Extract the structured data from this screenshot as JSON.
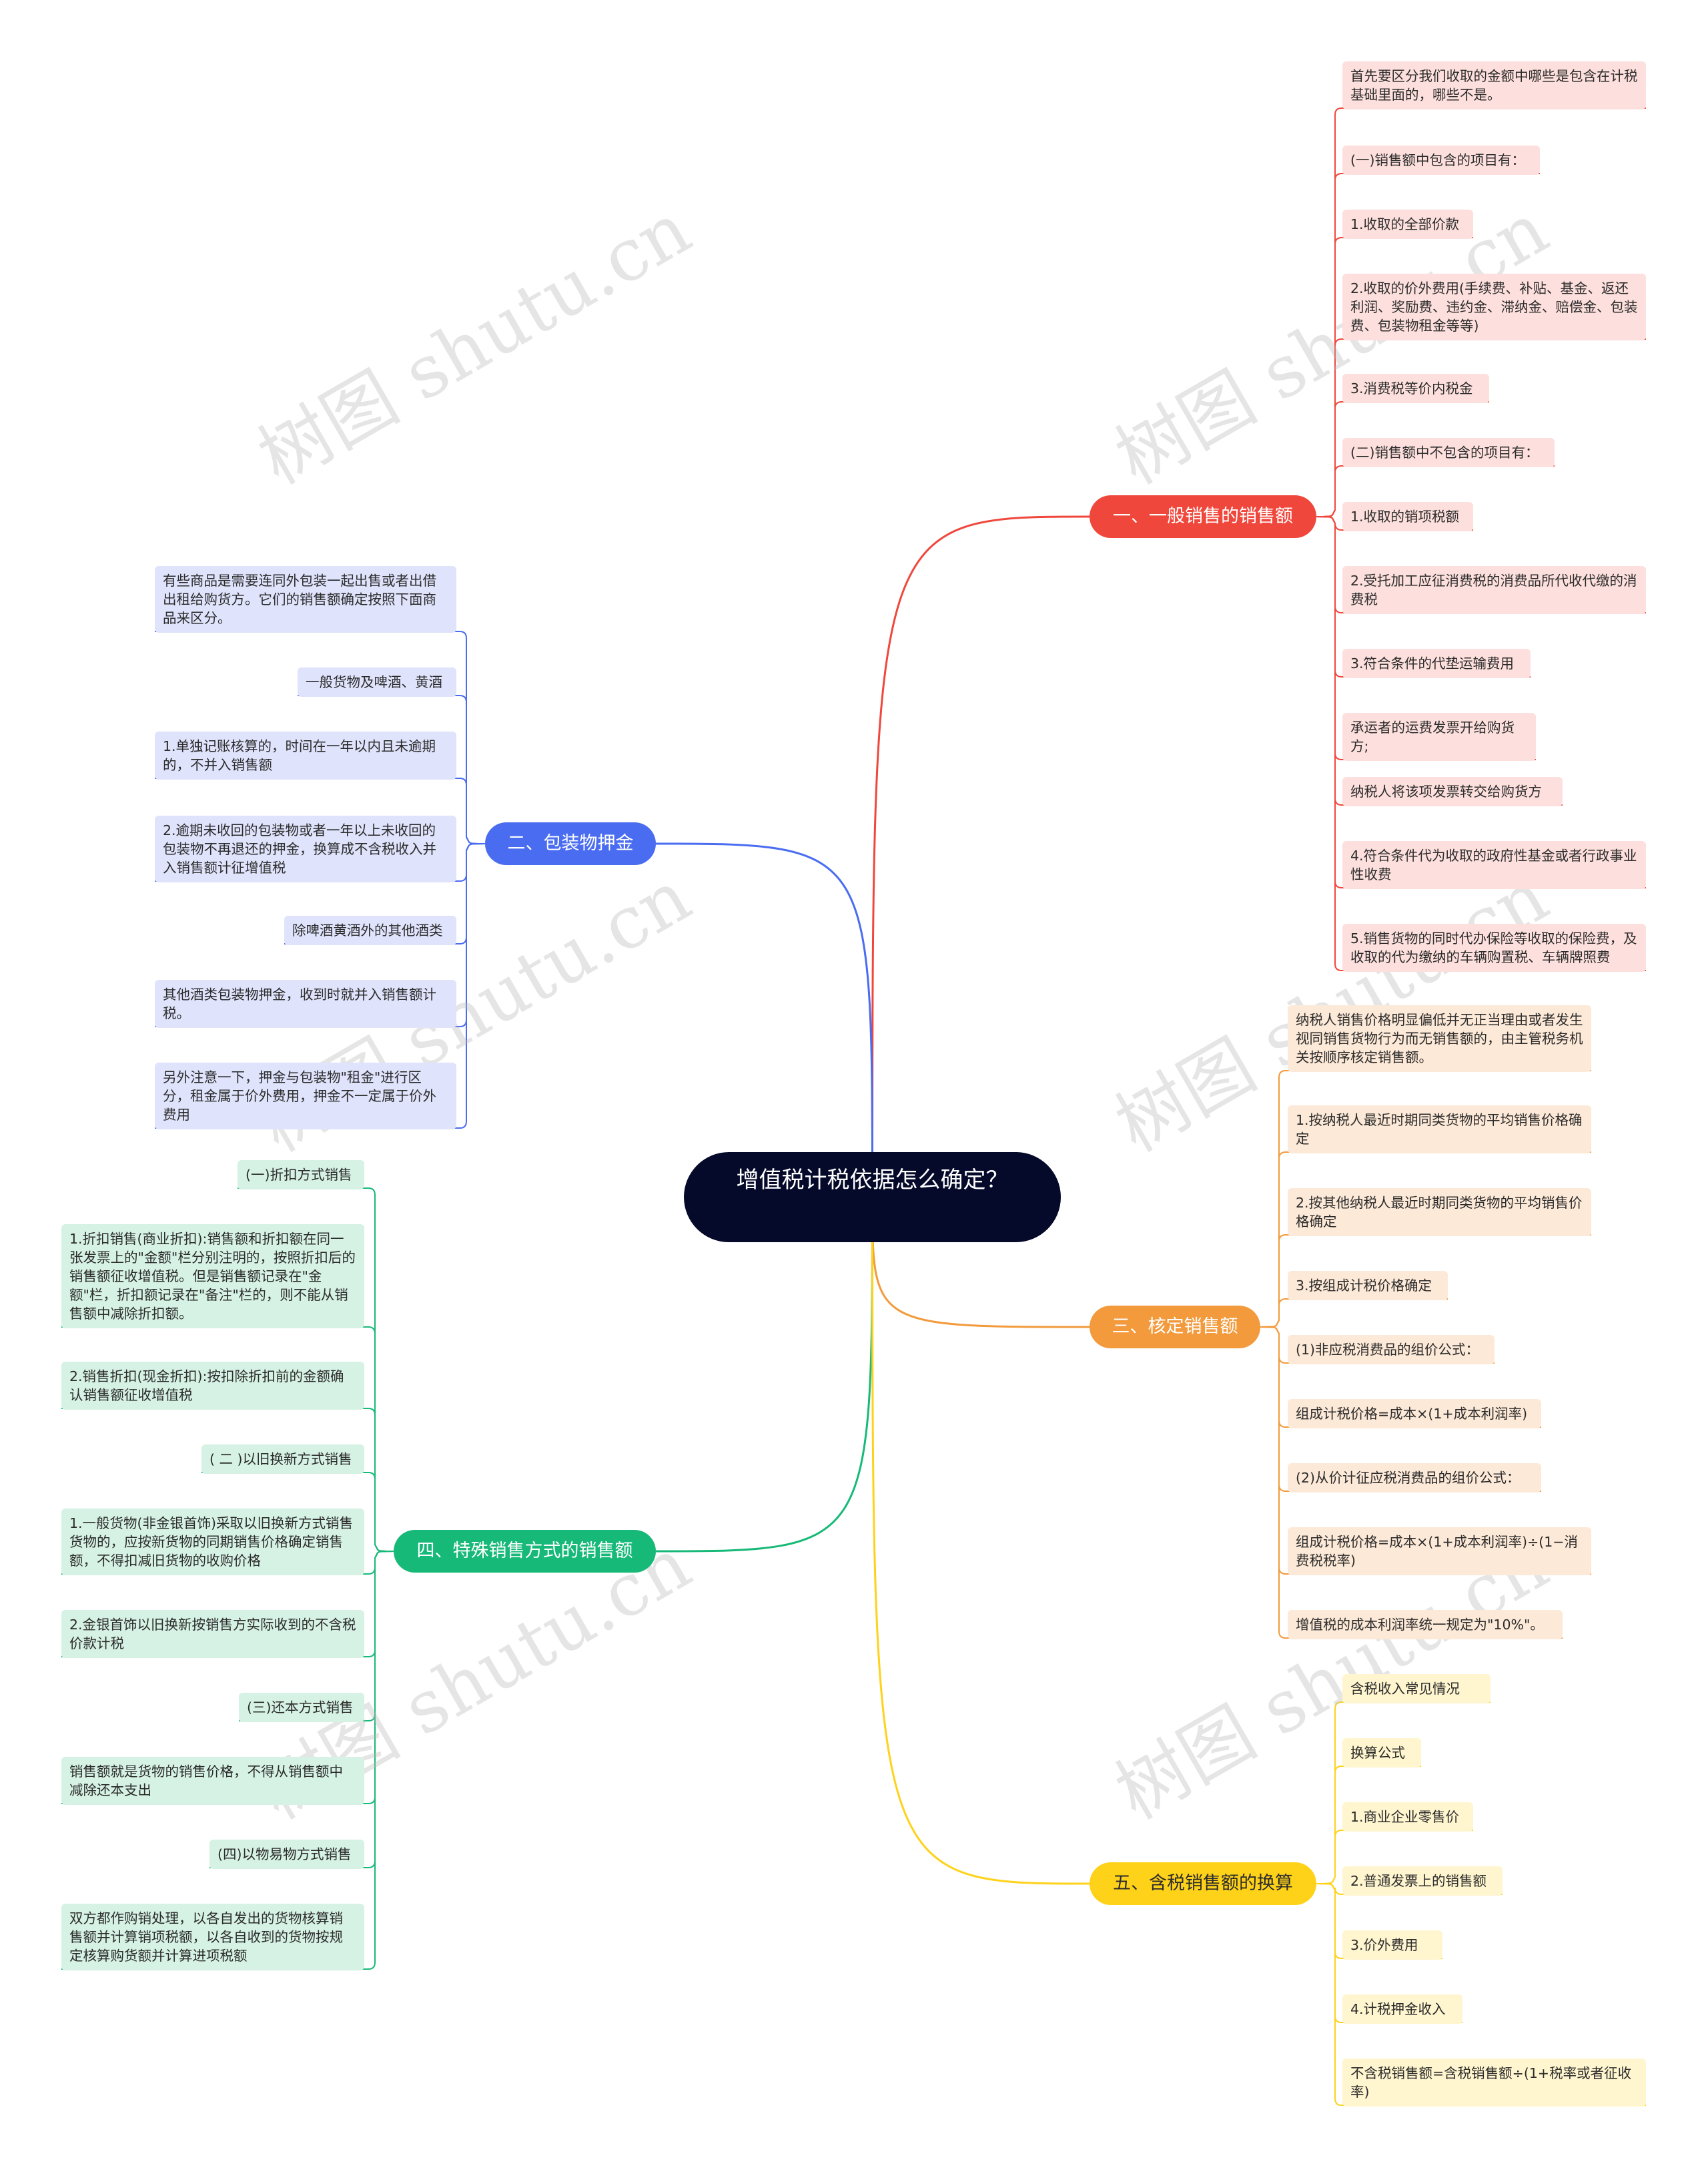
{
  "root": {
    "title": "增值税计税依据怎么确定？"
  },
  "watermark": "树图 shutu.cn",
  "colors": {
    "red": "#f0473c",
    "red_leaf": "#fde0dd",
    "blue": "#4a6cf0",
    "blue_leaf": "#dfe3fb",
    "orange": "#f29a3c",
    "orange_leaf": "#fde9d7",
    "green": "#17b978",
    "green_leaf": "#d6f2e4",
    "yellow": "#ffd21a",
    "yellow_leaf": "#fff5cf"
  },
  "branches": {
    "b1": {
      "label": "一、一般销售的销售额",
      "leaves": [
        "首先要区分我们收取的金额中哪些是包含在计税基础里面的，哪些不是。",
        "(一)销售额中包含的项目有：",
        "1.收取的全部价款",
        "2.收取的价外费用(手续费、补贴、基金、返还利润、奖励费、违约金、滞纳金、赔偿金、包装费、包装物租金等等)",
        "3.消费税等价内税金",
        "(二)销售额中不包含的项目有：",
        "1.收取的销项税额",
        "2.受托加工应征消费税的消费品所代收代缴的消费税",
        "3.符合条件的代垫运输费用",
        "承运者的运费发票开给购货方;",
        "纳税人将该项发票转交给购货方",
        "4.符合条件代为收取的政府性基金或者行政事业性收费",
        "5.销售货物的同时代办保险等收取的保险费，及收取的代为缴纳的车辆购置税、车辆牌照费"
      ]
    },
    "b2": {
      "label": "二、包装物押金",
      "leaves": [
        "有些商品是需要连同外包装一起出售或者出借出租给购货方。它们的销售额确定按照下面商品来区分。",
        "一般货物及啤酒、黄酒",
        "1.单独记账核算的，时间在一年以内且未逾期的，不并入销售额",
        "2.逾期未收回的包装物或者一年以上未收回的包装物不再退还的押金，换算成不含税收入并入销售额计征增值税",
        "除啤酒黄酒外的其他酒类",
        "其他酒类包装物押金，收到时就并入销售额计税。",
        "另外注意一下，押金与包装物\"租金\"进行区分，租金属于价外费用，押金不一定属于价外费用"
      ]
    },
    "b3": {
      "label": "三、核定销售额",
      "leaves": [
        "纳税人销售价格明显偏低并无正当理由或者发生视同销售货物行为而无销售额的，由主管税务机关按顺序核定销售额。",
        "1.按纳税人最近时期同类货物的平均销售价格确定",
        "2.按其他纳税人最近时期同类货物的平均销售价格确定",
        "3.按组成计税价格确定",
        "(1)非应税消费品的组价公式：",
        "组成计税价格=成本×(1+成本利润率)",
        "(2)从价计征应税消费品的组价公式：",
        "组成计税价格=成本×(1+成本利润率)÷(1−消费税税率)",
        "增值税的成本利润率统一规定为\"10%\"。"
      ]
    },
    "b4": {
      "label": "四、特殊销售方式的销售额",
      "leaves": [
        "(一)折扣方式销售",
        "1.折扣销售(商业折扣):销售额和折扣额在同一张发票上的\"金额\"栏分别注明的，按照折扣后的销售额征收增值税。但是销售额记录在\"金额\"栏，折扣额记录在\"备注\"栏的，则不能从销售额中减除折扣额。",
        "2.销售折扣(现金折扣):按扣除折扣前的金额确认销售额征收增值税",
        "( 二 )以旧换新方式销售",
        "1.一般货物(非金银首饰)采取以旧换新方式销售货物的，应按新货物的同期销售价格确定销售额，不得扣减旧货物的收购价格",
        "2.金银首饰以旧换新按销售方实际收到的不含税价款计税",
        "(三)还本方式销售",
        "销售额就是货物的销售价格，不得从销售额中减除还本支出",
        "(四)以物易物方式销售",
        "双方都作购销处理，以各自发出的货物核算销售额并计算销项税额，以各自收到的货物按规定核算购货额并计算进项税额"
      ]
    },
    "b5": {
      "label": "五、含税销售额的换算",
      "leaves": [
        "含税收入常见情况",
        "换算公式",
        "1.商业企业零售价",
        "2.普通发票上的销售额",
        "3.价外费用",
        "4.计税押金收入",
        "不含税销售额=含税销售额÷(1+税率或者征收率)"
      ]
    }
  }
}
